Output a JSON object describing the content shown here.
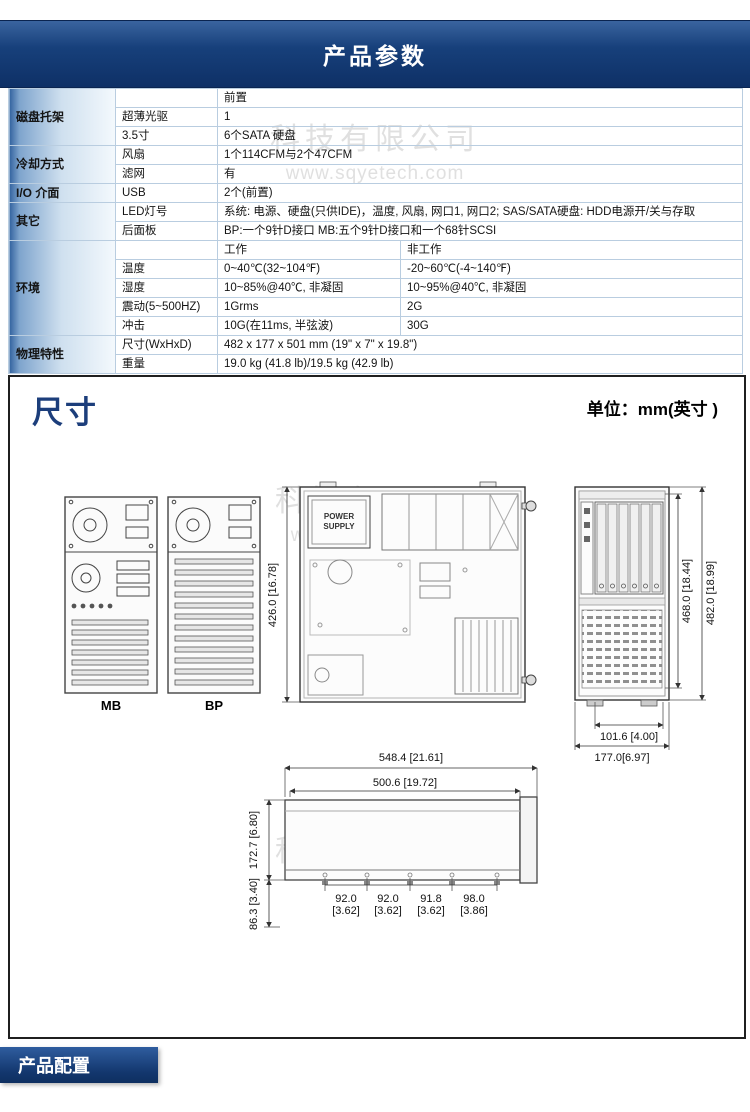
{
  "header": {
    "title": "产品参数"
  },
  "footer": {
    "title": "产品配置"
  },
  "watermark": {
    "company": "科技有限公司",
    "url": "www.sqyetech.com"
  },
  "table": {
    "rows": [
      {
        "cat": "磁盘托架",
        "label": "",
        "v1": "前置"
      },
      {
        "label": "超薄光驱",
        "v1": "1"
      },
      {
        "label": "3.5寸",
        "v1": "6个SATA 硬盘"
      },
      {
        "cat": "冷却方式",
        "label": "风扇",
        "v1": "1个114CFM与2个47CFM"
      },
      {
        "label": "滤网",
        "v1": "有"
      },
      {
        "cat": "I/O 介面",
        "label": "USB",
        "v1": "2个(前置)"
      },
      {
        "cat": "其它",
        "label": "LED灯号",
        "v1": "系统: 电源、硬盘(只供IDE)，温度, 风扇, 网口1, 网口2; SAS/SATA硬盘: HDD电源开/关与存取"
      },
      {
        "label": "后面板",
        "v1": "BP:一个9针D接口 MB:五个9针D接口和一个68针SCSI"
      },
      {
        "cat": "环境",
        "label": "",
        "v1": "工作",
        "v2": "非工作"
      },
      {
        "label": "温度",
        "v1": "0~40℃(32~104℉)",
        "v2": "-20~60℃(-4~140℉)"
      },
      {
        "label": "湿度",
        "v1": "10~85%@40℃, 非凝固",
        "v2": "10~95%@40℃, 非凝固"
      },
      {
        "label": "震动(5~500HZ)",
        "v1": "1Grms",
        "v2": "2G"
      },
      {
        "label": "冲击",
        "v1": "10G(在11ms, 半弦波)",
        "v2": "30G"
      },
      {
        "cat": "物理特性",
        "label": "尺寸(WxHxD)",
        "v1": "482 x 177 x 501 mm (19\" x 7\" x 19.8\")"
      },
      {
        "label": "重量",
        "v1": "19.0 kg (41.8 lb)/19.5 kg (42.9 lb)"
      }
    ]
  },
  "diagram": {
    "title": "尺寸",
    "unit_label": "单位：mm(英寸 )",
    "labels": {
      "mb": "MB",
      "bp": "BP",
      "psu_line1": "POWER",
      "psu_line2": "SUPPLY"
    },
    "dims": {
      "top_view_width": "426.0 [16.78]",
      "overall_depth": "548.4 [21.61]",
      "body_depth": "500.6 [19.72]",
      "side_height": "172.7 [6.80]",
      "bottom_offset": "86.3 [3.40]",
      "front_inner_height": "468.0 [18.44]",
      "front_overall_height": "482.0 [18.99]",
      "bay_width": "101.6 [4.00]",
      "front_width": "177.0[6.97]"
    },
    "hole_dims": [
      {
        "mm": "92.0",
        "inch": "[3.62]"
      },
      {
        "mm": "92.0",
        "inch": "[3.62]"
      },
      {
        "mm": "91.8",
        "inch": "[3.62]"
      },
      {
        "mm": "98.0",
        "inch": "[3.86]"
      }
    ]
  }
}
